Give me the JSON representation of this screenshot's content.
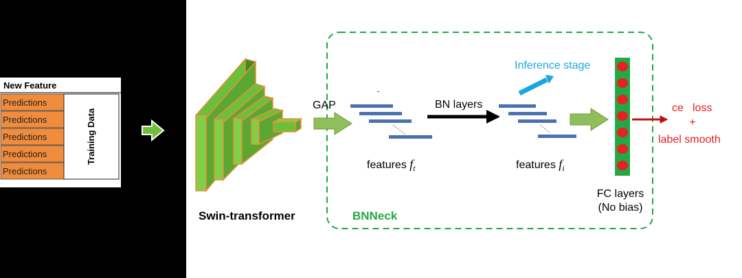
{
  "left_table": {
    "header": "New Feature",
    "rows": [
      "Predictions",
      "Predictions",
      "Predictions",
      "Predictions",
      "Predictions"
    ],
    "side_label": "Training Data"
  },
  "diagram": {
    "backbone_label": "Swin-transformer",
    "gap_label": "GAP",
    "bnneck_label": "BNNeck",
    "bn_layers_label": "BN layers",
    "inference_label": "Inference stage",
    "features_t": {
      "text": "features ",
      "var": "f",
      "sub": "t"
    },
    "features_i": {
      "text": "features ",
      "var": "f",
      "sub": "i"
    },
    "fc_label_1": "FC layers",
    "fc_label_2": "(No bias)",
    "loss_ce": "ce",
    "loss_loss": "loss",
    "loss_plus": "+",
    "loss_smooth": "label smooth"
  },
  "colors": {
    "orange": "#f08c3c",
    "green": "#5fae2e",
    "bright_green": "#22a845",
    "dashed_green": "#1aa64a",
    "blue_bar": "#4a72b0",
    "cyan": "#1aa7e0",
    "red": "#e02020",
    "dark_red": "#c01010"
  }
}
